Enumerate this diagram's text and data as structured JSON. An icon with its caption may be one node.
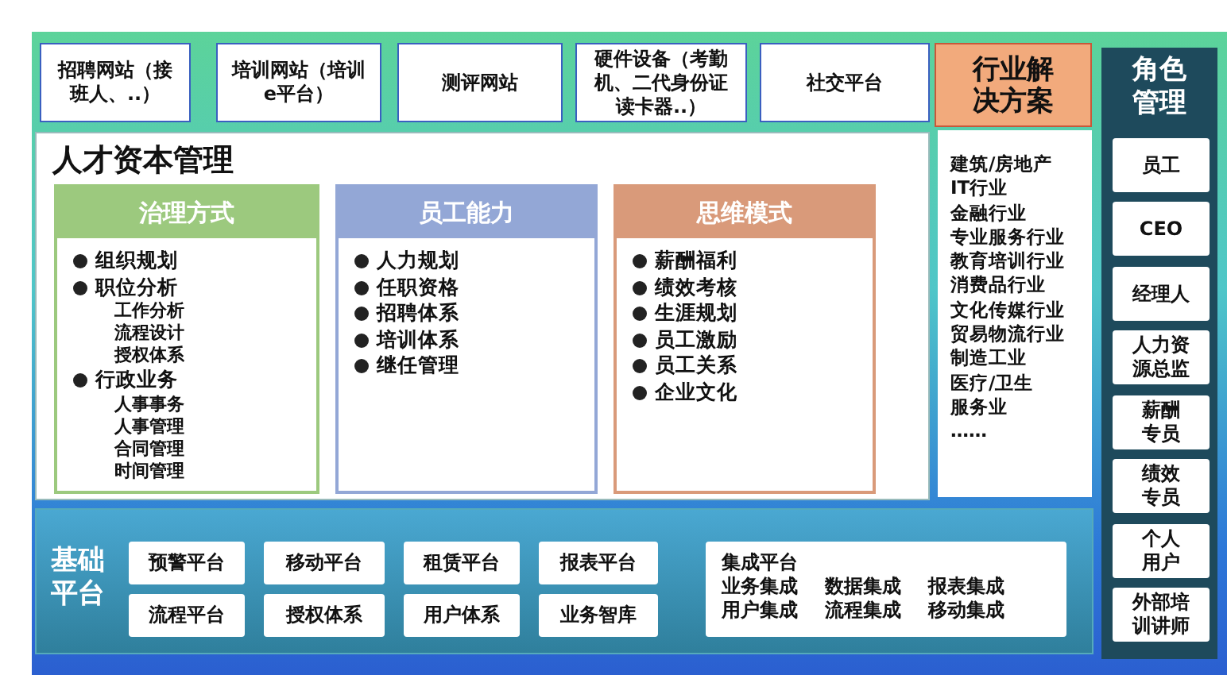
{
  "diagram": {
    "nodes": [
      {
        "text": [
          "招聘网站（接班人、..）"
        ]
      },
      {
        "text": [
          "培训网站（培训e平台）"
        ]
      },
      {
        "text": [
          "测评网站"
        ]
      },
      {
        "text": [
          "硬件设备（考勤机、二代身份证读卡器..）"
        ]
      },
      {
        "text": [
          "社交平台"
        ]
      },
      {
        "text": [
          "人才资本管理"
        ]
      },
      {
        "text": [
          "治理方式",
          "组织规划",
          "职位分析",
          "工作分析",
          "流程设计",
          "授权体系",
          "行政业务",
          "人事事务",
          "人事管理",
          "合同管理",
          "时间管理"
        ],
        "in": 5
      },
      {
        "text": [
          "员工能力",
          "人力规划",
          "任职资格",
          "招聘体系",
          "培训体系",
          "继任管理"
        ],
        "in": 5
      },
      {
        "text": [
          "思维模式",
          "薪酬福利",
          "绩效考核",
          "生涯规划",
          "员工激励",
          "员工关系",
          "企业文化"
        ],
        "in": 5
      },
      {
        "text": [
          "行业解决方案",
          "建筑/房地产",
          "IT行业",
          "金融行业",
          "专业服务行业",
          "教育培训行业",
          "消费品行业",
          "文化传媒行业",
          "贸易物流行业",
          "制造工业",
          "医疗/卫生",
          "服务业",
          "……"
        ]
      },
      {
        "text": [
          "角色管理"
        ]
      },
      {
        "text": [
          "员工"
        ],
        "in": 10
      },
      {
        "text": [
          "CEO"
        ],
        "in": 10
      },
      {
        "text": [
          "经理人"
        ],
        "in": 10
      },
      {
        "text": [
          "人力资源总监"
        ],
        "in": 10
      },
      {
        "text": [
          "薪酬专员"
        ],
        "in": 10
      },
      {
        "text": [
          "绩效专员"
        ],
        "in": 10
      },
      {
        "text": [
          "个人用户"
        ],
        "in": 10
      },
      {
        "text": [
          "外部培训讲师"
        ],
        "in": 10
      },
      {
        "text": [
          "基础平台"
        ]
      },
      {
        "text": [
          "预警平台"
        ],
        "in": 19
      },
      {
        "text": [
          "移动平台"
        ],
        "in": 19
      },
      {
        "text": [
          "租赁平台"
        ],
        "in": 19
      },
      {
        "text": [
          "报表平台"
        ],
        "in": 19
      },
      {
        "text": [
          "流程平台"
        ],
        "in": 19
      },
      {
        "text": [
          "授权体系"
        ],
        "in": 19
      },
      {
        "text": [
          "用户体系"
        ],
        "in": 19
      },
      {
        "text": [
          "业务智库"
        ],
        "in": 19
      },
      {
        "text": [
          "集成平台",
          "业务集成",
          "数据集成",
          "报表集成",
          "用户集成",
          "流程集成",
          "移动集成"
        ],
        "in": 19
      }
    ]
  }
}
